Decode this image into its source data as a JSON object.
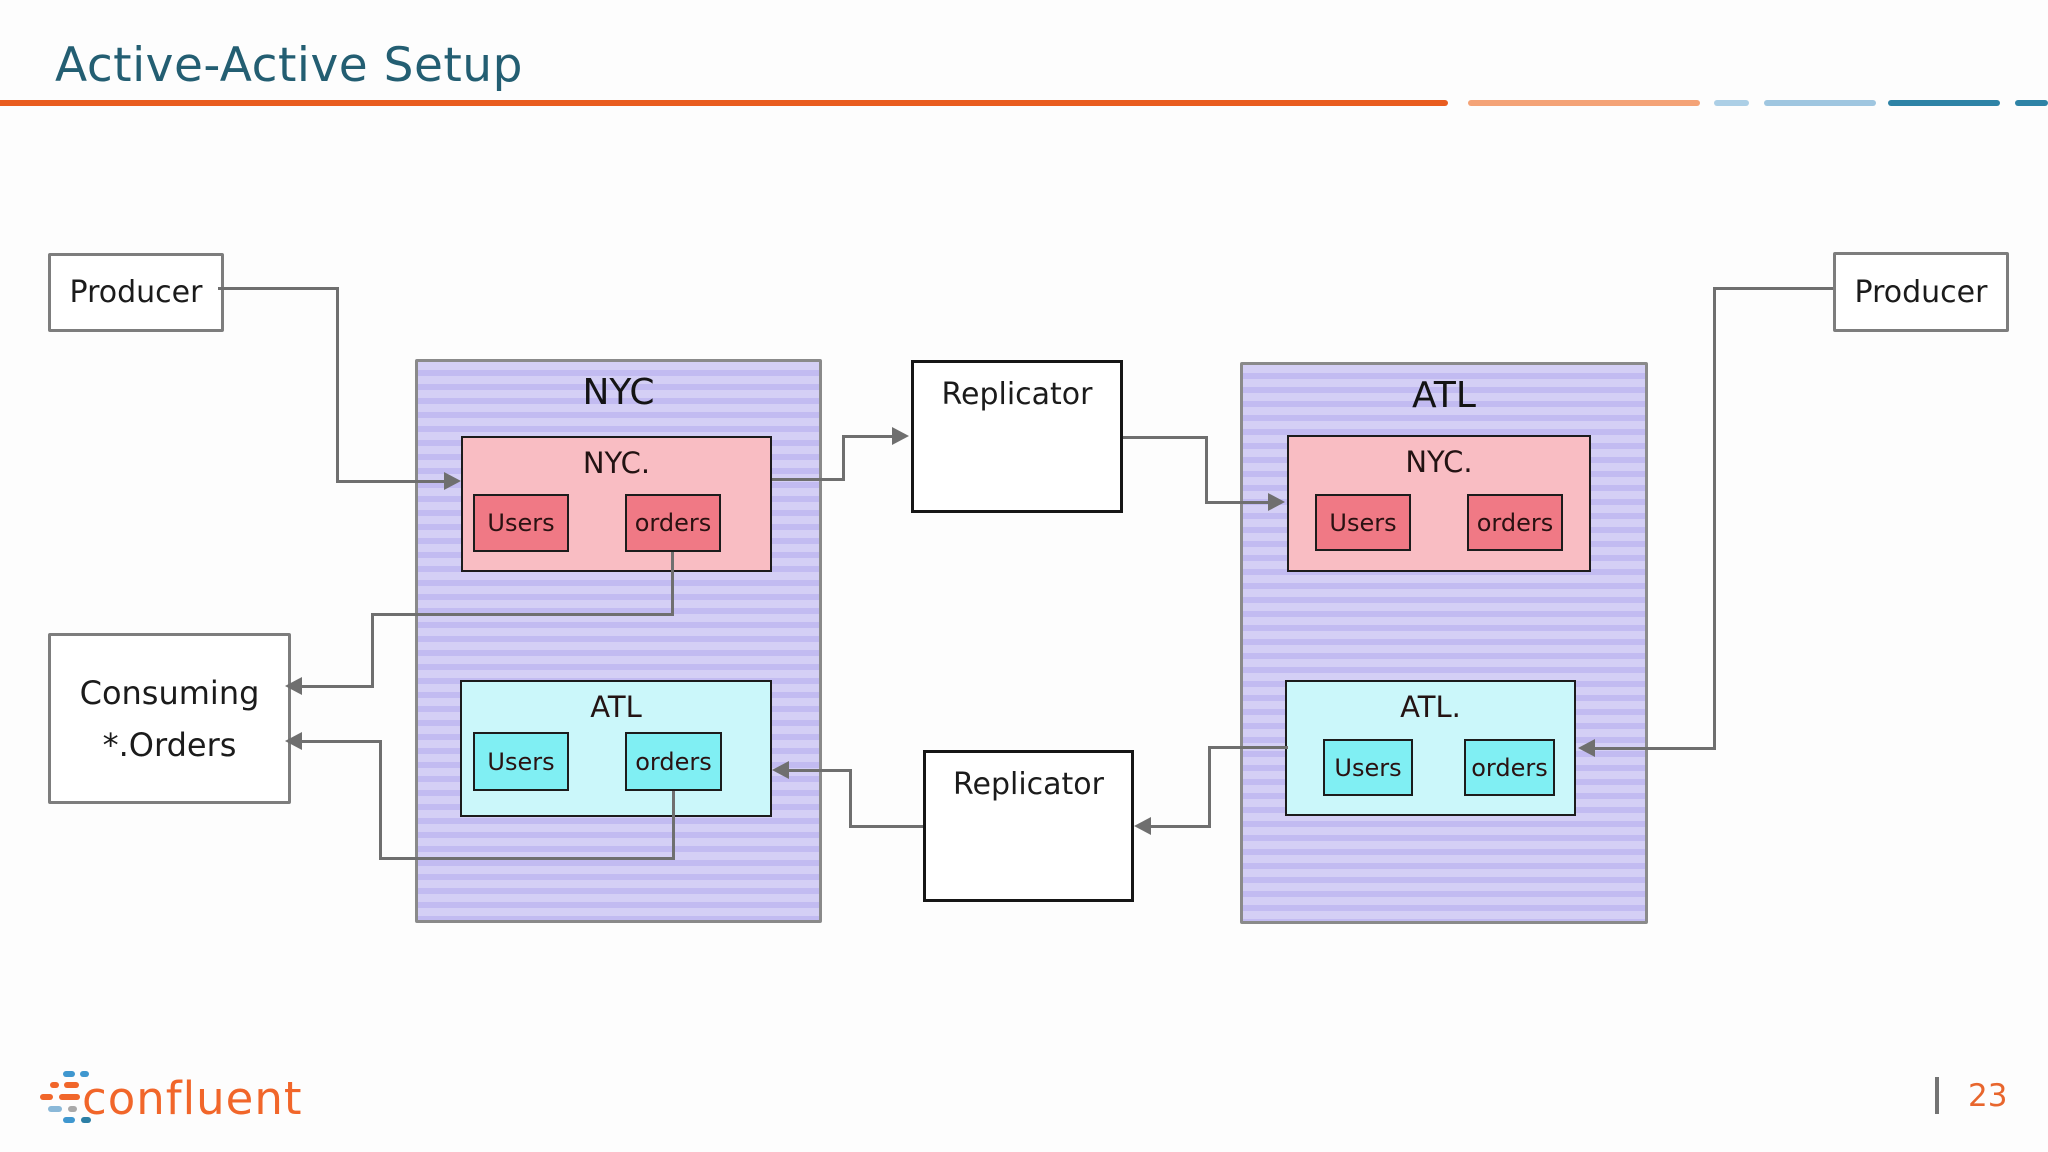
{
  "header": {
    "title": "Active-Active Setup"
  },
  "footer": {
    "brand": "confluent",
    "page_number": "23"
  },
  "diagram": {
    "producer_left": {
      "label": "Producer"
    },
    "producer_right": {
      "label": "Producer"
    },
    "replicator_top": {
      "label": "Replicator"
    },
    "replicator_bottom": {
      "label": "Replicator"
    },
    "consumer": {
      "line1": "Consuming",
      "line2": "*.Orders"
    },
    "clusters": [
      {
        "title": "NYC",
        "topics": [
          {
            "title": "NYC.",
            "partitions": [
              {
                "label": "Users"
              },
              {
                "label": "orders"
              }
            ]
          },
          {
            "title": "ATL",
            "partitions": [
              {
                "label": "Users"
              },
              {
                "label": "orders"
              }
            ]
          }
        ]
      },
      {
        "title": "ATL",
        "topics": [
          {
            "title": "NYC.",
            "partitions": [
              {
                "label": "Users"
              },
              {
                "label": "orders"
              }
            ]
          },
          {
            "title": "ATL.",
            "partitions": [
              {
                "label": "Users"
              },
              {
                "label": "orders"
              }
            ]
          }
        ]
      }
    ],
    "colors": {
      "title_teal": "#235e72",
      "accent_orange": "#e95d20",
      "brand_orange": "#f1662a",
      "cluster_fill_light": "#d4cff5",
      "cluster_fill_dark": "#c2bbf1",
      "topic_pink": "#f9bdc3",
      "partition_pink": "#f07985",
      "topic_cyan": "#cbf7fa",
      "partition_cyan": "#80eff3",
      "line_gray": "#6f6f6f"
    }
  }
}
